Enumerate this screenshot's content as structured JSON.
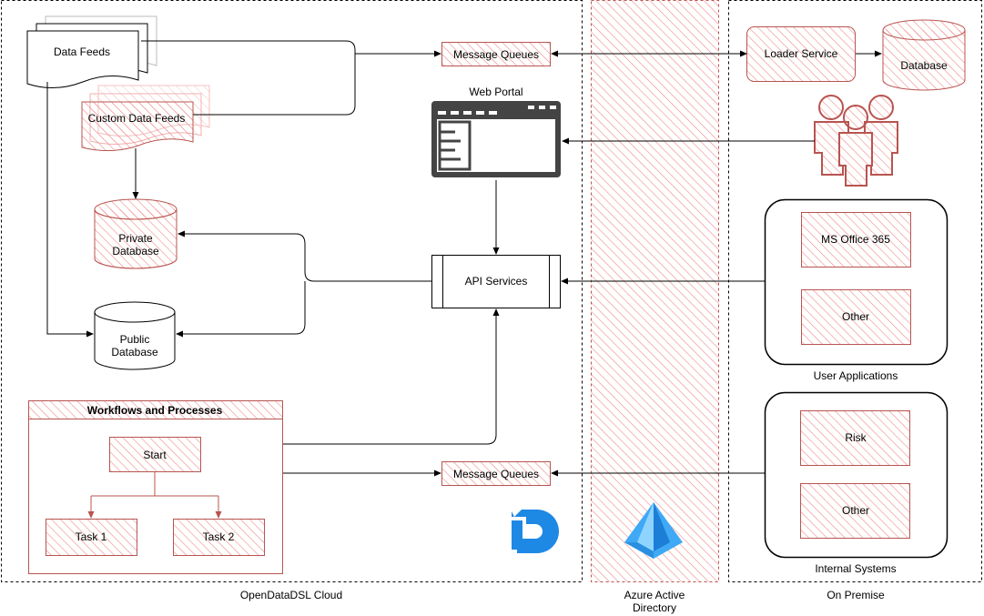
{
  "zones": {
    "cloud": "OpenDataDSL Cloud",
    "azure": "Azure Active\nDirectory",
    "onprem": "On Premise"
  },
  "nodes": {
    "data_feeds": "Data Feeds",
    "custom_data_feeds": "Custom Data Feeds",
    "private_database": "Private\nDatabase",
    "public_database": "Public\nDatabase",
    "message_queues_top": "Message Queues",
    "message_queues_bottom": "Message Queues",
    "web_portal": "Web Portal",
    "api_services": "API Services",
    "loader_service": "Loader Service",
    "database": "Database",
    "ms_office": "MS Office 365",
    "other_apps": "Other",
    "user_applications": "User Applications",
    "risk": "Risk",
    "other_internal": "Other",
    "internal_systems": "Internal Systems",
    "workflows_title": "Workflows and Processes",
    "start": "Start",
    "task1": "Task 1",
    "task2": "Task 2"
  },
  "colors": {
    "accent_red": "#b85450",
    "hatch_red": "#f08080",
    "logo_blue": "#1e88e5",
    "azure_blue": "#3fa9f5",
    "dark_icon": "#444444"
  },
  "icons": {
    "users": "users-group-icon",
    "portal": "web-portal-window-icon",
    "odsl_logo": "opendatadsl-logo-icon",
    "azure_logo": "azure-active-directory-icon"
  }
}
